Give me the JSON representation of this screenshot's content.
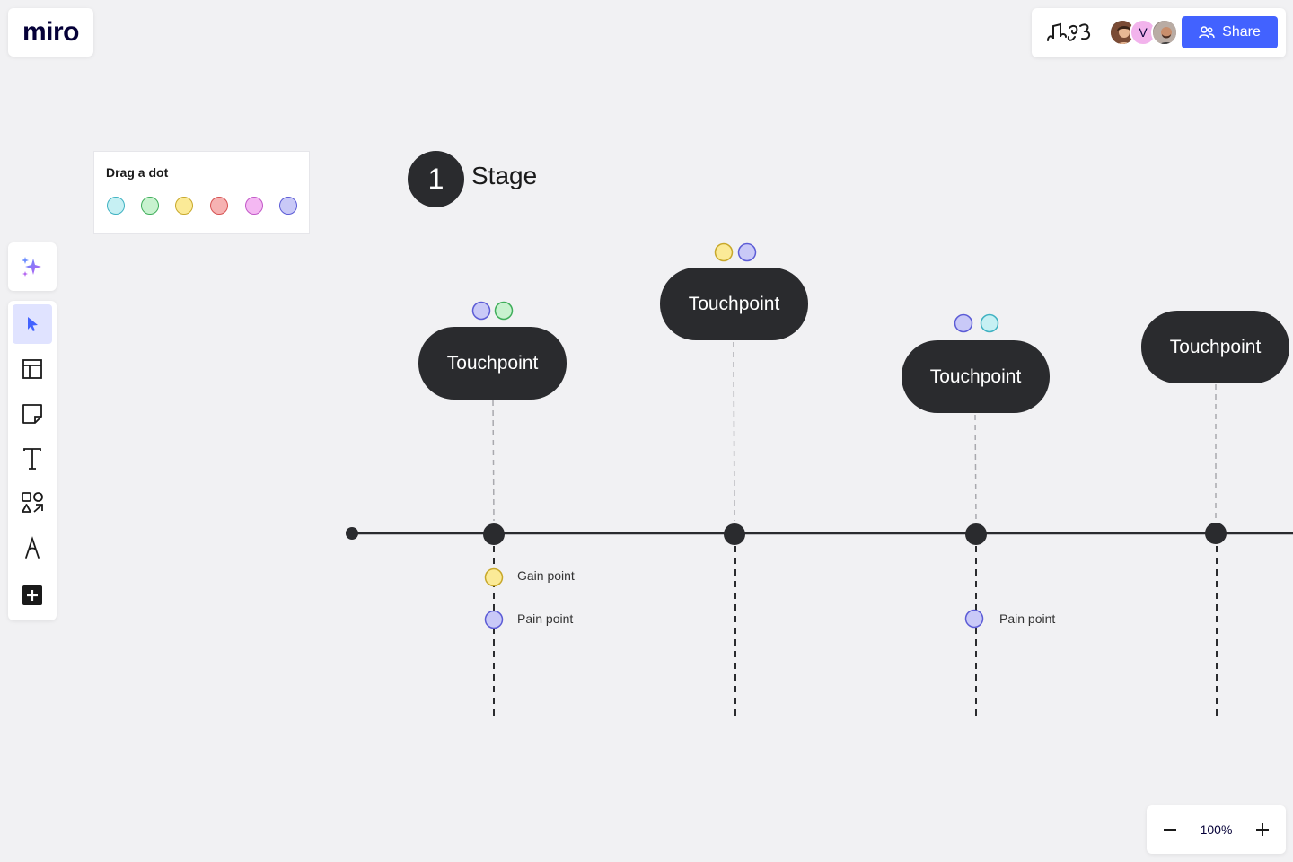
{
  "app": {
    "logo": "miro",
    "share_label": "Share",
    "avatar_initial": "V"
  },
  "zoom": {
    "level": "100%"
  },
  "palette": {
    "title": "Drag a dot",
    "dots": [
      {
        "fill": "#c6f0f3",
        "stroke": "#3fb2c2"
      },
      {
        "fill": "#c8f2cf",
        "stroke": "#3fae5a"
      },
      {
        "fill": "#fbea97",
        "stroke": "#c8a82a"
      },
      {
        "fill": "#f6b2b2",
        "stroke": "#d65252"
      },
      {
        "fill": "#f4b8f2",
        "stroke": "#c258c8"
      },
      {
        "fill": "#c9c9f7",
        "stroke": "#5c5cd6"
      }
    ]
  },
  "stage": {
    "number": "1",
    "title": "Stage"
  },
  "touchpoints": [
    {
      "label": "Touchpoint"
    },
    {
      "label": "Touchpoint"
    },
    {
      "label": "Touchpoint"
    },
    {
      "label": "Touchpoint"
    }
  ],
  "points": [
    {
      "label": "Gain point"
    },
    {
      "label": "Pain point"
    },
    {
      "label": "Pain point"
    }
  ],
  "colors": {
    "accent": "#4262ff",
    "node_dark": "#2a2b2e",
    "canvas": "#f1f1f3"
  }
}
